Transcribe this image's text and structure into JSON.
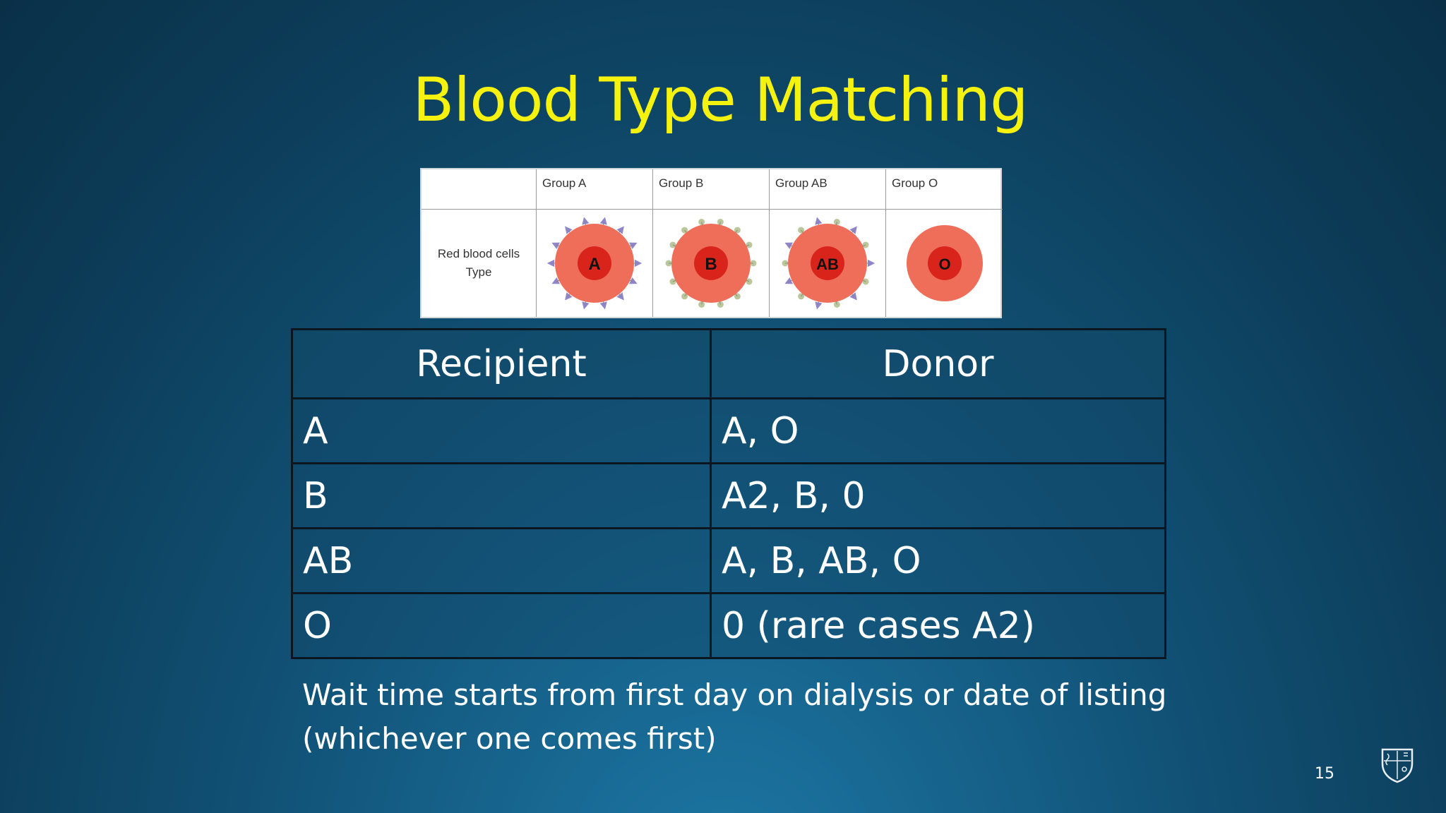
{
  "slide": {
    "title": "Blood Type Matching",
    "page_number": "15"
  },
  "cells_figure": {
    "row_label_line1": "Red blood cells",
    "row_label_line2": "Type",
    "groups": [
      {
        "header": "Group A",
        "letter": "A",
        "antigen_color": "#8e86c9"
      },
      {
        "header": "Group B",
        "letter": "B",
        "antigen_color": "#b9c79a"
      },
      {
        "header": "Group AB",
        "letter": "AB",
        "antigen_color": "#b9c79a"
      },
      {
        "header": "Group O",
        "letter": "O",
        "antigen_color": ""
      }
    ]
  },
  "compat_table": {
    "headers": [
      "Recipient",
      "Donor"
    ],
    "rows": [
      {
        "recipient": "A",
        "donor": "A, O"
      },
      {
        "recipient": "B",
        "donor": "A2, B, 0"
      },
      {
        "recipient": "AB",
        "donor": "A, B, AB, O"
      },
      {
        "recipient": "O",
        "donor": "0 (rare cases A2)"
      }
    ]
  },
  "footer": {
    "line1": "Wait time starts from first day on dialysis or date of listing",
    "line2": "(whichever one comes first)"
  },
  "colors": {
    "title": "#f4f20e",
    "cell_outer": "#ef6e5a",
    "cell_inner": "#d9241c"
  },
  "icons": {
    "logo": "shield-logo-icon"
  }
}
